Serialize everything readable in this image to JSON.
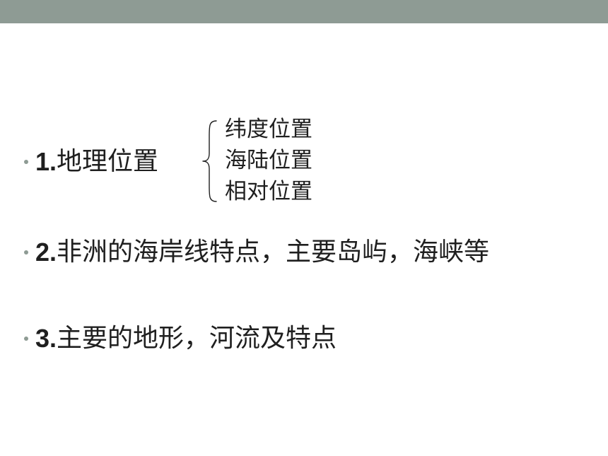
{
  "slide": {
    "bullets": [
      {
        "number": "1.",
        "text": "地理位置"
      },
      {
        "number": "2.",
        "text": "非洲的海岸线特点，主要岛屿，海峡等"
      },
      {
        "number": "3.",
        "text": "主要的地形，河流及特点"
      }
    ],
    "geographic_position_parts": [
      "纬度位置",
      "海陆位置",
      "相对位置"
    ]
  },
  "colors": {
    "top_bar": "#8e9b94",
    "bullet_dot": "#8e9b94",
    "text": "#1f1f1f",
    "background": "#ffffff"
  }
}
